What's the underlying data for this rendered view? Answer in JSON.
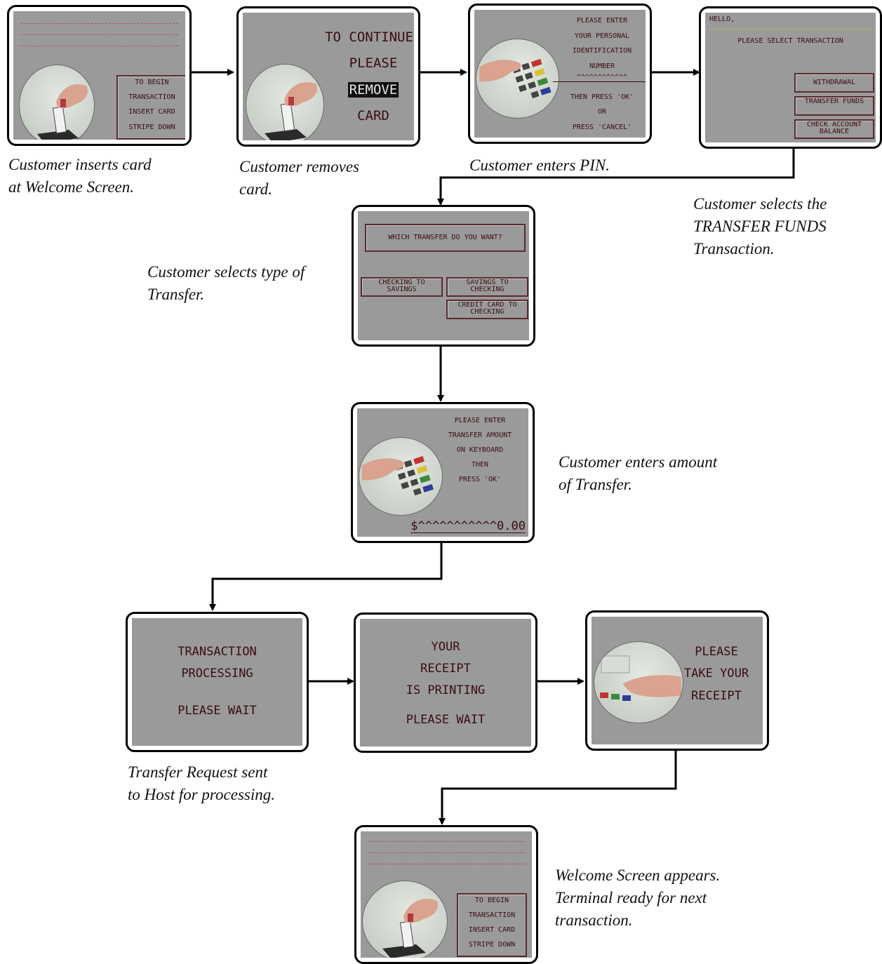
{
  "screens": {
    "welcome": {
      "lines": [
        "TO BEGIN",
        "TRANSACTION",
        "INSERT CARD",
        "STRIPE DOWN"
      ]
    },
    "remove": {
      "lines": [
        "TO CONTINUE",
        "PLEASE",
        "REMOVE",
        "CARD"
      ]
    },
    "pin": {
      "lines": [
        "PLEASE ENTER",
        "YOUR PERSONAL",
        "IDENTIFICATION",
        "NUMBER",
        "^^^^^^^^^^^^",
        "THEN PRESS 'OK'",
        "OR",
        "PRESS 'CANCEL'"
      ]
    },
    "select": {
      "hello": "HELLO,",
      "prompt": "PLEASE SELECT TRANSACTION",
      "buttons": [
        "WITHDRAWAL",
        "TRANSFER FUNDS",
        "CHECK ACCOUNT BALANCE"
      ]
    },
    "transfer_type": {
      "question": "WHICH TRANSFER DO YOU WANT?",
      "buttons": [
        "CHECKING TO SAVINGS",
        "SAVINGS TO CHECKING",
        "CREDIT CARD TO CHECKING"
      ]
    },
    "amount": {
      "lines": [
        "PLEASE ENTER",
        "TRANSFER AMOUNT",
        "ON KEYBOARD",
        "THEN",
        "PRESS 'OK'"
      ],
      "value": "$^^^^^^^^^^^0.00"
    },
    "processing": {
      "lines": [
        "TRANSACTION",
        "PROCESSING",
        "PLEASE WAIT"
      ]
    },
    "printing": {
      "lines": [
        "YOUR",
        "RECEIPT",
        "IS PRINTING",
        "PLEASE WAIT"
      ]
    },
    "take_receipt": {
      "lines": [
        "PLEASE",
        "TAKE YOUR",
        "RECEIPT"
      ]
    },
    "welcome_again": {
      "lines": [
        "TO BEGIN",
        "TRANSACTION",
        "INSERT CARD",
        "STRIPE DOWN"
      ]
    }
  },
  "captions": {
    "insert": [
      "Customer inserts card",
      "at Welcome Screen."
    ],
    "remove": [
      "Customer removes",
      "card."
    ],
    "pin": [
      "Customer enters PIN."
    ],
    "select": [
      "Customer selects the",
      "TRANSFER FUNDS",
      "Transaction."
    ],
    "type": [
      "Customer selects type of",
      "Transfer."
    ],
    "amount": [
      "Customer enters amount",
      "of Transfer."
    ],
    "host": [
      "Transfer Request sent",
      "to Host for processing."
    ],
    "welcome": [
      "Welcome Screen appears.",
      "Terminal ready for next",
      "transaction."
    ]
  }
}
